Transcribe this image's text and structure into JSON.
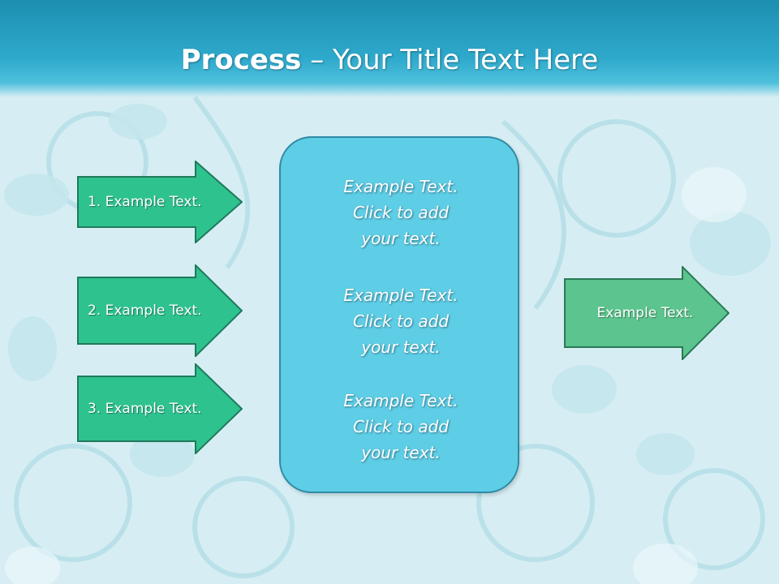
{
  "slide": {
    "title_bold": "Process",
    "title_rest": " – Your Title Text Here"
  },
  "left_arrows": [
    {
      "label": "1. Example Text."
    },
    {
      "label": "2. Example Text."
    },
    {
      "label": "3. Example Text."
    }
  ],
  "center_box": {
    "paragraphs": [
      {
        "line1": "Example Text.",
        "line2": "Click  to add",
        "line3": "your text."
      },
      {
        "line1": "Example Text.",
        "line2": "Click  to add",
        "line3": "your text."
      },
      {
        "line1": "Example Text.",
        "line2": "Click  to add",
        "line3": "your text."
      }
    ]
  },
  "right_arrow": {
    "label": "Example Text."
  },
  "colors": {
    "title_band": "#2ea9cc",
    "left_arrow_fill": "#2ec28f",
    "right_arrow_fill": "#5cc48e",
    "center_box_fill": "#5ecde6"
  }
}
